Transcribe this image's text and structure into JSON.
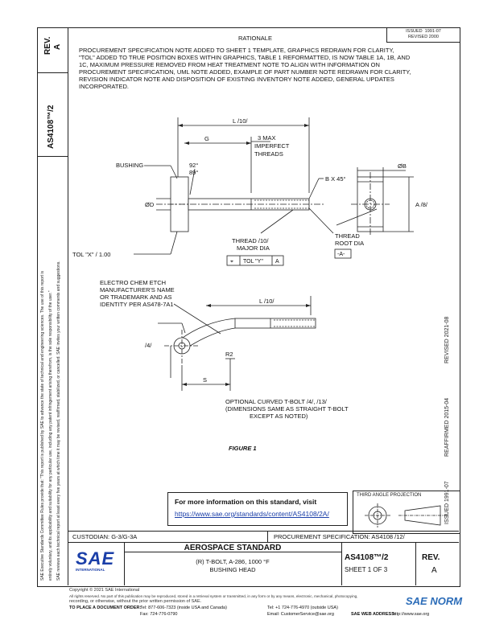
{
  "sidebar": {
    "rev_label": "REV.",
    "rev_value": "A",
    "doc_number": "AS4108™/2",
    "legal_1": "SAE Executive Standards Committee Rules provide that: \"This report is published by SAE to advance the state of technical and engineering sciences. The use of this report is",
    "legal_2": "entirely voluntary, and its applicability and suitability for any particular use, including any patent infringement arising therefrom, is the sole responsibility of the user.\"",
    "legal_3": "SAE reviews each technical report at least every five years at which time it may be revised, reaffirmed, stabilized, or cancelled. SAE invites your written comments and suggestions."
  },
  "header": {
    "issued_block": "ISSUED  1991-07\nREVISED 2000",
    "rationale_title": "RATIONALE",
    "rationale_text": [
      "PROCUREMENT SPECIFICATION NOTE ADDED TO SHEET 1 TEMPLATE, GRAPHICS REDRAWN FOR CLARITY,",
      "\"TOL\" ADDED TO TRUE POSITION BOXES WITHIN GRAPHICS, TABLE 1 REFORMATTED, IS NOW TABLE 1A, 1B, AND",
      "1C, MAXIMUM PRESSURE REMOVED FROM HEAT TREATMENT NOTE TO ALIGN WITH INFORMATION ON",
      "PROCUREMENT SPECIFICATION, UML NOTE ADDED, EXAMPLE OF PART NUMBER NOTE REDRAWN FOR CLARITY,",
      "REVISION INDICATOR NOTE AND DISPOSITION OF EXISTING INVENTORY NOTE ADDED, GENERAL UPDATES",
      "INCORPORATED."
    ]
  },
  "drawing": {
    "l_ref": "L /10/",
    "g": "G",
    "imperfect_threads": [
      "3 MAX",
      "IMPERFECT",
      "THREADS"
    ],
    "bushing": "BUSHING",
    "angle_1": "92°",
    "angle_2": "89°",
    "chamfer": "B X 45°",
    "dia_d": "ØD",
    "dia_b": "ØB",
    "a_ref": "A /8/",
    "thread_major": [
      "THREAD /10/",
      "MAJOR DIA"
    ],
    "tol_y": "TOL \"Y\"",
    "datum_a_box": "A",
    "thread_root": [
      "THREAD",
      "ROOT DIA"
    ],
    "datum_a": "-A-",
    "tol_x": "TOL \"X\" / 1.00",
    "etch_note": [
      "ELECTRO CHEM ETCH",
      "MANUFACTURER'S NAME",
      "OR TRADEMARK AND AS",
      "IDENTITY PER AS478-7A1"
    ],
    "l_ref2": "L /10/",
    "ref_4": "/4/",
    "r2": "R2",
    "s": "S",
    "optional_note": [
      "OPTIONAL CURVED T-BOLT /4/, /13/",
      "(DIMENSIONS SAME AS STRAIGHT T-BOLT",
      "EXCEPT AS NOTED)"
    ],
    "figure_caption": "FIGURE 1"
  },
  "right_margin": {
    "revised": "REVISED 2021-08",
    "reaffirmed": "REAFFIRMED 2015-04",
    "issued": "ISSUED 1991-07"
  },
  "info_box": {
    "title": "For more information on this standard, visit",
    "link": "https://www.sae.org/standards/content/AS4108/2A/"
  },
  "projection": {
    "label": "THIRD ANGLE PROJECTION"
  },
  "title_block": {
    "custodian": "CUSTODIAN: G-3/G-3A",
    "procurement": "PROCUREMENT SPECIFICATION: AS4108 /12/",
    "sae_logo": "SAE",
    "sae_sub": "INTERNATIONAL",
    "standard": "AEROSPACE STANDARD",
    "part_title": "(R) T-BOLT, A-286, 1000 °F",
    "part_sub": "BUSHING HEAD",
    "doc_number": "AS4108™/2",
    "sheet": "SHEET 1 OF 3",
    "rev_label": "REV.",
    "rev_value": "A"
  },
  "footer": {
    "copyright": "Copyright © 2021 SAE International",
    "rights": "All rights reserved. No part of this publication may be reproduced, stored in a retrieval system or transmitted, in any form or by any means, electronic, mechanical, photocopying,",
    "rights2": "recording, or otherwise, without the prior written permission of SAE.",
    "order_label": "TO PLACE A DOCUMENT ORDER:",
    "tel": "Tel: 877-606-7323 (inside USA and Canada)",
    "tel2": "Tel: +1 724-776-4970 (outside USA)",
    "fax": "Fax: 724-776-0790",
    "email": "Email: CustomerService@sae.org",
    "web_label": "SAE WEB ADDRESS:",
    "web": "http://www.sae.org",
    "watermark": "SAE NORM"
  }
}
